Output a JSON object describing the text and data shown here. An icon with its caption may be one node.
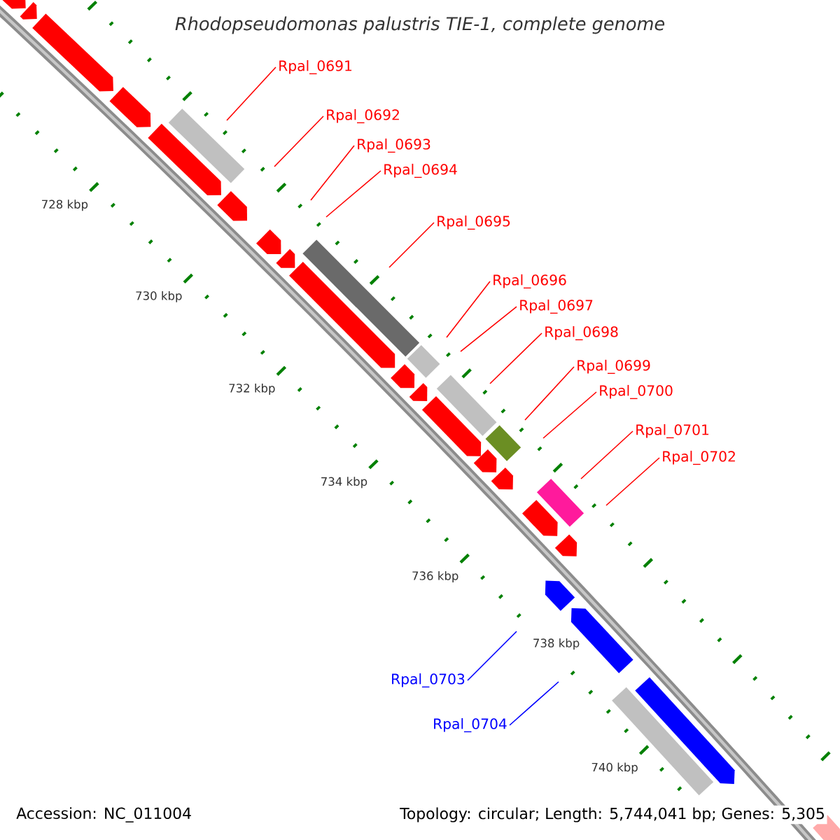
{
  "diagram": {
    "title": "Rhodopseudomonas palustris TIE-1, complete genome",
    "nodes": [
      {
        "text": [],
        "shape": "arrow"
      },
      {
        "text": [],
        "shape": "arrow"
      },
      {
        "text": [],
        "shape": "arrow"
      },
      {
        "text": [],
        "shape": "arrow"
      },
      {
        "text": [],
        "shape": "arrow"
      },
      {
        "text": [],
        "shape": "bar"
      },
      {
        "text": [],
        "shape": "arrow"
      },
      {
        "text": [],
        "shape": "arrow"
      },
      {
        "text": [],
        "shape": "arrow"
      },
      {
        "text": [],
        "shape": "arrow"
      },
      {
        "text": [],
        "shape": "bar"
      },
      {
        "text": [],
        "shape": "arrow"
      },
      {
        "text": [],
        "shape": "bar"
      },
      {
        "text": [],
        "shape": "arrow"
      },
      {
        "text": [],
        "shape": "arrow"
      },
      {
        "text": [],
        "shape": "bar"
      },
      {
        "text": [],
        "shape": "arrow"
      },
      {
        "text": [],
        "shape": "bar"
      },
      {
        "text": [],
        "shape": "arrow"
      },
      {
        "text": [],
        "shape": "arrow"
      },
      {
        "text": [],
        "shape": "bar"
      },
      {
        "text": [],
        "shape": "arrow"
      },
      {
        "text": [],
        "shape": "arrow"
      },
      {
        "text": [],
        "shape": "arrow"
      },
      {
        "text": [],
        "shape": "bar"
      },
      {
        "text": [],
        "shape": "arrow"
      },
      {
        "text": [],
        "shape": "arrow"
      },
      {
        "text": [
          "Rpal_0691"
        ]
      },
      {
        "text": [
          "Rpal_0692"
        ]
      },
      {
        "text": [
          "Rpal_0693"
        ]
      },
      {
        "text": [
          "Rpal_0694"
        ]
      },
      {
        "text": [
          "Rpal_0695"
        ]
      },
      {
        "text": [
          "Rpal_0696"
        ]
      },
      {
        "text": [
          "Rpal_0697"
        ]
      },
      {
        "text": [
          "Rpal_0698"
        ]
      },
      {
        "text": [
          "Rpal_0699"
        ]
      },
      {
        "text": [
          "Rpal_0700"
        ]
      },
      {
        "text": [
          "Rpal_0701"
        ]
      },
      {
        "text": [
          "Rpal_0702"
        ]
      },
      {
        "text": [
          "Rpal_0703"
        ]
      },
      {
        "text": [
          "Rpal_0704"
        ]
      }
    ],
    "edges": [
      {
        "from": 27,
        "to": null,
        "arrow": "none"
      },
      {
        "from": 28,
        "to": null,
        "arrow": "none"
      },
      {
        "from": 29,
        "to": null,
        "arrow": "none"
      },
      {
        "from": 30,
        "to": null,
        "arrow": "none"
      },
      {
        "from": 31,
        "to": null,
        "arrow": "none"
      },
      {
        "from": 32,
        "to": null,
        "arrow": "none"
      },
      {
        "from": 33,
        "to": null,
        "arrow": "none"
      },
      {
        "from": 34,
        "to": null,
        "arrow": "none"
      },
      {
        "from": 35,
        "to": null,
        "arrow": "none"
      },
      {
        "from": 36,
        "to": null,
        "arrow": "none"
      },
      {
        "from": 37,
        "to": null,
        "arrow": "none"
      },
      {
        "from": 38,
        "to": null,
        "arrow": "none"
      },
      {
        "from": 39,
        "to": null,
        "arrow": "none",
        "color": "#0000ff"
      },
      {
        "from": 40,
        "to": null,
        "arrow": "none",
        "color": "#0000ff"
      }
    ],
    "labels": [
      "728 kbp",
      "730 kbp",
      "732 kbp",
      "734 kbp",
      "736 kbp",
      "738 kbp",
      "740 kbp",
      "Accession: NC_011004",
      "Topology: circular; Length: 5,744,041 bp; Genes: 5,305"
    ]
  }
}
